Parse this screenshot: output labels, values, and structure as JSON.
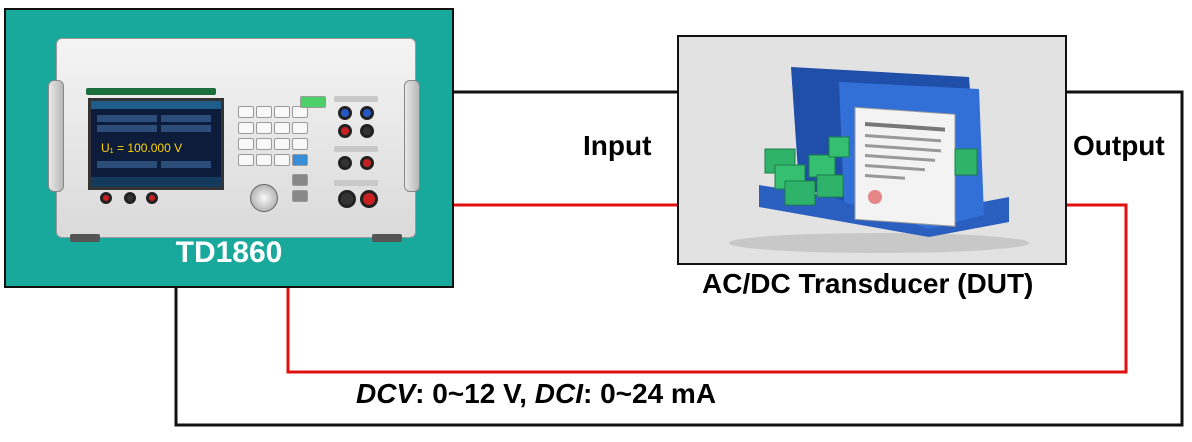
{
  "instrument": {
    "title": "TD1860",
    "screen_reading": "U₁ = 100.000 V"
  },
  "dut": {
    "caption": "AC/DC Transducer (DUT)"
  },
  "labels": {
    "input": "Input",
    "output": "Output"
  },
  "signal": {
    "dcv_symbol": "DCV",
    "dcv_range": ": 0~12 V, ",
    "dci_symbol": "DCI",
    "dci_range": ": 0~24 mA"
  },
  "colors": {
    "panel_teal": "#19a89c",
    "red_wire": "#e01010",
    "black_wire": "#111111",
    "module_blue": "#2a64c8"
  }
}
